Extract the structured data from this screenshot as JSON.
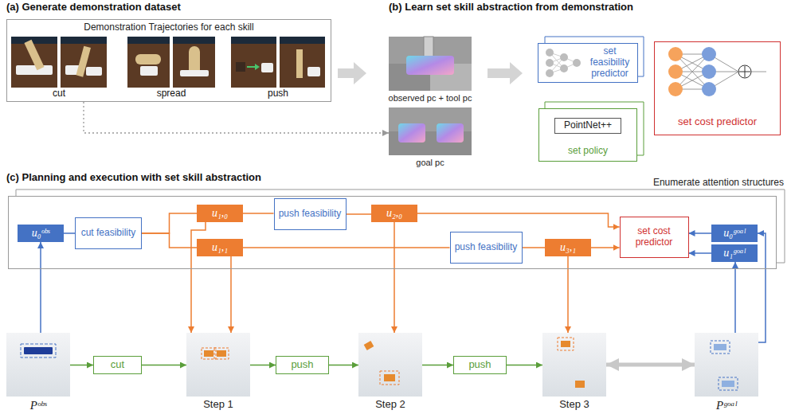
{
  "diagram": {
    "nodes": [
      {
        "text": [
          "Demonstration Trajectories for each skill"
        ]
      },
      {
        "text": [
          "observed pc + tool pc"
        ]
      },
      {
        "text": [
          "goal pc"
        ]
      },
      {
        "text": [
          "set feasibility predictor"
        ]
      },
      {
        "text": [
          "set policy"
        ]
      },
      {
        "text": [
          "PointNet++"
        ],
        "in": 4
      },
      {
        "text": [
          "set cost predictor"
        ]
      },
      {
        "text": [
          "Enumerate attention structures"
        ]
      },
      {
        "text": [
          "u₀ᵒᵇˢ"
        ],
        "in": 7
      },
      {
        "text": [
          "cut feasibility"
        ],
        "in": 7
      },
      {
        "text": [
          "u₁,₀"
        ],
        "in": 7
      },
      {
        "text": [
          "u₁,₁"
        ],
        "in": 7
      },
      {
        "text": [
          "push feasibility"
        ],
        "in": 7
      },
      {
        "text": [
          "u₂,₀"
        ],
        "in": 7
      },
      {
        "text": [
          "push feasibility"
        ],
        "in": 7
      },
      {
        "text": [
          "u₃,₁"
        ],
        "in": 7
      },
      {
        "text": [
          "set cost predictor"
        ],
        "in": 7
      },
      {
        "text": [
          "u₀ᵍᵒᵃˡ"
        ],
        "in": 7
      },
      {
        "text": [
          "u₁ᵍᵒᵃˡ"
        ],
        "in": 7
      },
      {
        "text": [
          "Pᵒᵇˢ"
        ]
      },
      {
        "text": [
          "cut"
        ]
      },
      {
        "text": [
          "Step 1"
        ]
      },
      {
        "text": [
          "push"
        ]
      },
      {
        "text": [
          "Step 2"
        ]
      },
      {
        "text": [
          "push"
        ]
      },
      {
        "text": [
          "Step 3"
        ]
      },
      {
        "text": [
          "Pᵍᵒᵃˡ"
        ]
      }
    ],
    "edges": [
      {
        "from": 0,
        "to": 2,
        "arrow": "to"
      },
      {
        "from": 8,
        "to": 9,
        "arrow": "none"
      },
      {
        "from": 9,
        "to": 10,
        "arrow": "none"
      },
      {
        "from": 9,
        "to": 11,
        "arrow": "none"
      },
      {
        "from": 10,
        "to": 12,
        "arrow": "none"
      },
      {
        "from": 12,
        "to": 13,
        "arrow": "none"
      },
      {
        "from": 13,
        "to": 16,
        "arrow": "to"
      },
      {
        "from": 11,
        "to": 14,
        "arrow": "none"
      },
      {
        "from": 14,
        "to": 15,
        "arrow": "none"
      },
      {
        "from": 15,
        "to": 16,
        "arrow": "to"
      },
      {
        "from": 17,
        "to": 16,
        "arrow": "to"
      },
      {
        "from": 18,
        "to": 16,
        "arrow": "to"
      },
      {
        "from": 19,
        "to": 8,
        "arrow": "to"
      },
      {
        "from": 10,
        "to": 21,
        "arrow": "to"
      },
      {
        "from": 11,
        "to": 21,
        "arrow": "to"
      },
      {
        "from": 13,
        "to": 23,
        "arrow": "to"
      },
      {
        "from": 15,
        "to": 25,
        "arrow": "to"
      },
      {
        "from": 26,
        "to": 17,
        "arrow": "to"
      },
      {
        "from": 26,
        "to": 18,
        "arrow": "to"
      },
      {
        "from": 19,
        "to": 20,
        "arrow": "to"
      },
      {
        "from": 20,
        "to": 21,
        "arrow": "to"
      },
      {
        "from": 21,
        "to": 22,
        "arrow": "to"
      },
      {
        "from": 22,
        "to": 23,
        "arrow": "to"
      },
      {
        "from": 23,
        "to": 24,
        "arrow": "to"
      },
      {
        "from": 24,
        "to": 25,
        "arrow": "to"
      },
      {
        "from": 25,
        "to": 26,
        "arrow": "both"
      }
    ],
    "labels": [
      "(a) Generate demonstration dataset",
      "(b) Learn set skill abstraction from demonstration",
      "(c) Planning and execution with set skill abstraction",
      "cut",
      "spread",
      "push"
    ]
  }
}
